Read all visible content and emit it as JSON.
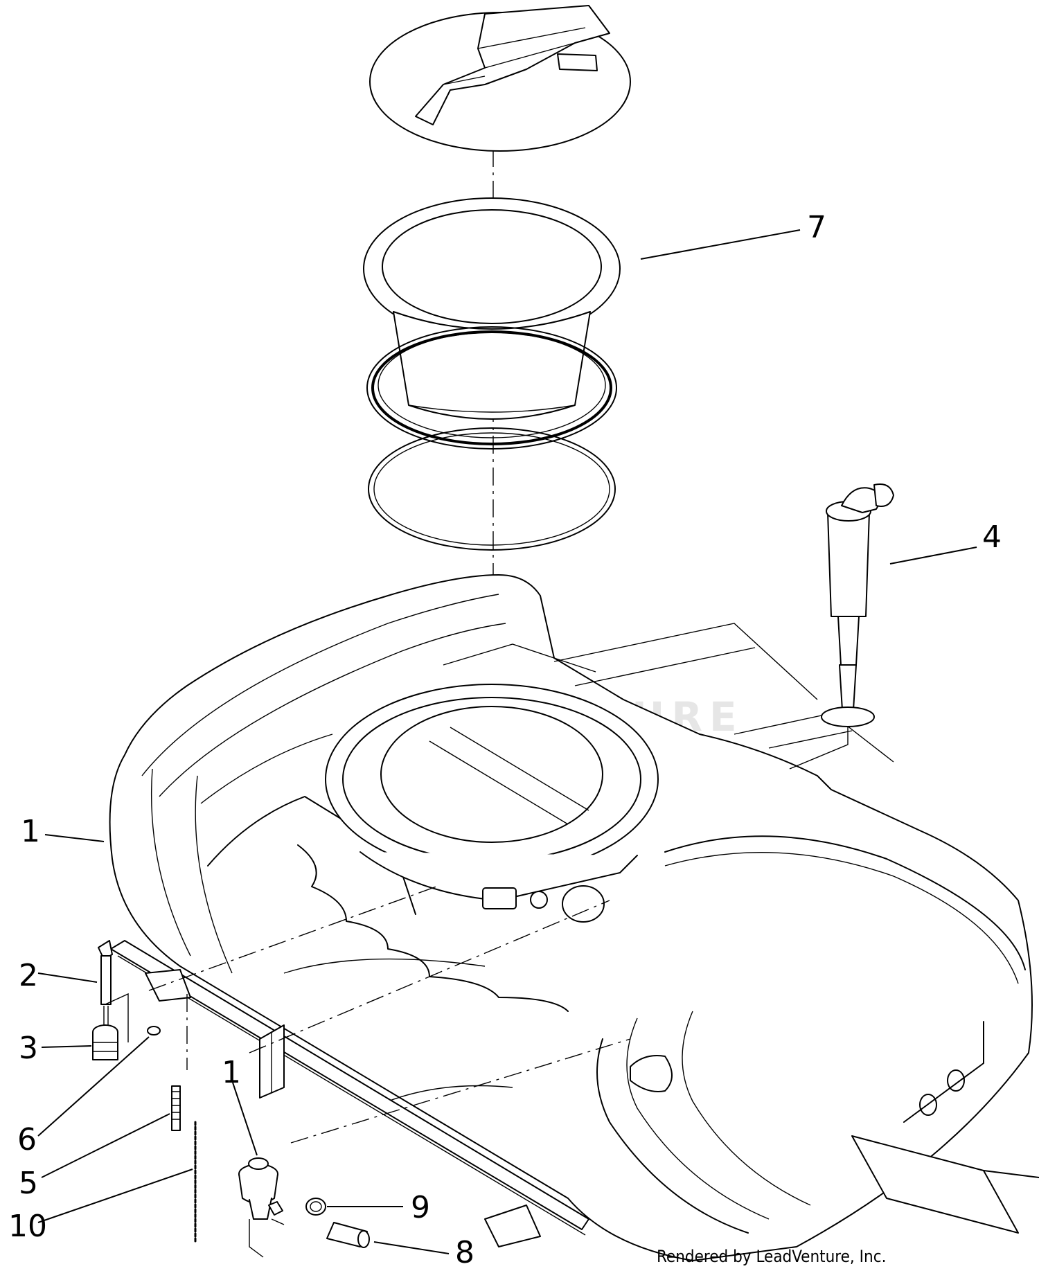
{
  "diagram": {
    "callouts": [
      {
        "id": "1",
        "label": "1"
      },
      {
        "id": "1b",
        "label": "1"
      },
      {
        "id": "2",
        "label": "2"
      },
      {
        "id": "3",
        "label": "3"
      },
      {
        "id": "4",
        "label": "4"
      },
      {
        "id": "5",
        "label": "5"
      },
      {
        "id": "6",
        "label": "6"
      },
      {
        "id": "7",
        "label": "7"
      },
      {
        "id": "8",
        "label": "8"
      },
      {
        "id": "9",
        "label": "9"
      },
      {
        "id": "10",
        "label": "10"
      }
    ],
    "credit": "Rendered by LeadVenture, Inc.",
    "watermark": "LEADVENTURE"
  }
}
